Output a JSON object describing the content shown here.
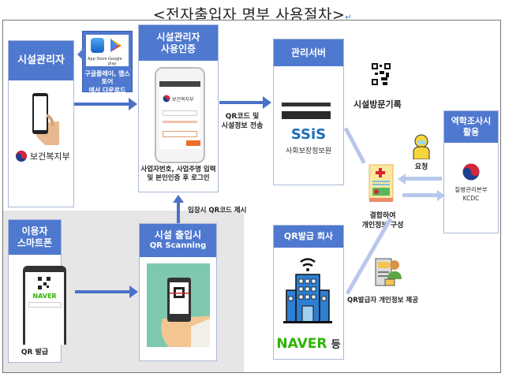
{
  "title": "<전자출입자 명부 사용절차>",
  "title_mark": "↵",
  "colors": {
    "header_blue": "#4f78cf",
    "arrow_blue": "#4a72c9",
    "light_arrow": "#b8c8ec",
    "naver_green": "#2db400",
    "gray_zone": "#e6e6e6"
  },
  "facility_manager": {
    "header": "시설관리자",
    "logo_text": "보건복지부"
  },
  "app_callout": {
    "app_store": "App Store",
    "google_play": "Google play",
    "caption_line1": "구글플레이, 앱스토어",
    "caption_line2": "에서 다운로드"
  },
  "manager_auth": {
    "header_line1": "시설관리자",
    "header_line2": "사용인증",
    "screen_logo": "보건복지부",
    "caption_line1": "사업자번호, 사업주명 입력",
    "caption_line2": "및 본인인증 후 로그인"
  },
  "arrow_labels": {
    "send_line1": "QR코드 및",
    "send_line2": "시설정보 전송",
    "present_qr": "입장시 QR코드 제시",
    "request": "요청",
    "combine_line1": "결합하여",
    "combine_line2": "개인정보 구성",
    "provide": "QR발급자 개인정보 제공"
  },
  "server": {
    "header": "관리서버",
    "logo": "SSiS",
    "org": "사회보장정보원"
  },
  "visit_record": "시설방문기록",
  "epidemiology": {
    "header_line1": "역학조사시",
    "header_line2": "활용",
    "org": "질병관리본부",
    "org_en": "KCDC"
  },
  "user_phone": {
    "header_line1": "이용자",
    "header_line2": "스마트폰",
    "screen_brand": "NAVER",
    "caption": "QR 발급"
  },
  "entry_scan": {
    "header_line1": "시설 출입시",
    "header_line2": "QR Scanning"
  },
  "qr_company": {
    "header": "QR발급 회사",
    "brand": "NAVER",
    "suffix": "등"
  }
}
